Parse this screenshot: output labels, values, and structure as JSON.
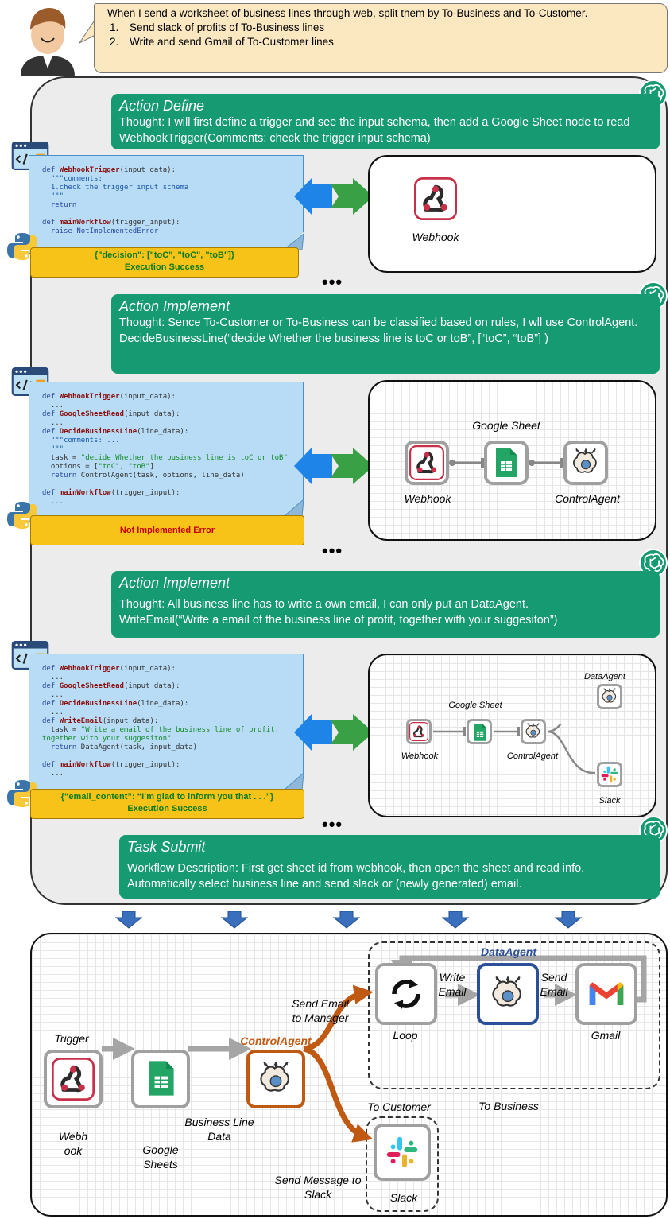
{
  "user_request": {
    "intro": "When I send a worksheet of business lines through web, split them by To-Business and To-Customer.",
    "items": [
      "Send slack of profits of To-Business lines",
      "Write and send Gmail of To-Customer lines"
    ]
  },
  "steps": [
    {
      "title": "Action Define",
      "lines": [
        "Thought: I will first define a trigger and see the input schema, then add a Google Sheet node to read",
        "WebhookTrigger(Comments: check the trigger input schema)"
      ],
      "result": [
        "{\"decision\": [\"toC\", \"toC\", \"toB\"]}",
        "Execution Success"
      ],
      "nodes": [
        "Webhook"
      ]
    },
    {
      "title": "Action Implement",
      "lines": [
        "Thought: Sence To-Customer or To-Business can be classified based on rules, I wll use ControlAgent.",
        "DecideBusinessLine(“decide Whether the business line is toC or toB”, [“toC”, “toB”] )"
      ],
      "result": [
        "Not Implemented Error"
      ],
      "nodes": [
        "Google Sheet",
        "Webhook",
        "ControlAgent"
      ]
    },
    {
      "title": "Action Implement",
      "lines": [
        "Thought: All business line has to write a own email, I can only put an DataAgent.",
        "WriteEmail(“Write a email of the business line of profit, together with your suggesiton”)"
      ],
      "result": [
        "{“email_content”: “I’m glad to inform you that . . .”}",
        "Execution Success"
      ],
      "nodes": [
        "DataAgent",
        "Google Sheet",
        "Webhook",
        "ControlAgent",
        "Slack"
      ]
    },
    {
      "title": "Task Submit",
      "lines": [
        "Workflow Description: First get sheet id from webhook, then open the sheet and read info. Automatically select business line and send slack or (newly generated) email."
      ]
    }
  ],
  "ellipsis": "•••",
  "final_workflow": {
    "trigger": "Trigger",
    "webhook": [
      "Webh",
      "ook"
    ],
    "google_sheets": [
      "Google",
      "Sheets"
    ],
    "business_line": [
      "Business Line",
      "Data"
    ],
    "control_agent": "ControlAgent",
    "send_email": [
      "Send Email",
      "to Manager"
    ],
    "to_customer": "To Customer",
    "send_message": [
      "Send Message to",
      "Slack"
    ],
    "loop": "Loop",
    "write_email": [
      "Write",
      "Email"
    ],
    "data_agent": "DataAgent",
    "send_email2": [
      "Send",
      "Email"
    ],
    "gmail": "Gmail",
    "to_business": "To Business",
    "slack": "Slack"
  },
  "icons": [
    "user-avatar-icon",
    "chatgpt-icon",
    "code-window-icon",
    "python-icon",
    "webhook-icon",
    "google-sheets-icon",
    "ai-brain-icon",
    "slack-icon",
    "gmail-icon",
    "loop-icon"
  ],
  "colors": {
    "green": "#159a72",
    "code_bg": "#b8dcf5",
    "result_bg": "#f7c318",
    "orange": "#c05a13",
    "blue": "#2b4f98",
    "bubble": "#fbe8c1"
  }
}
